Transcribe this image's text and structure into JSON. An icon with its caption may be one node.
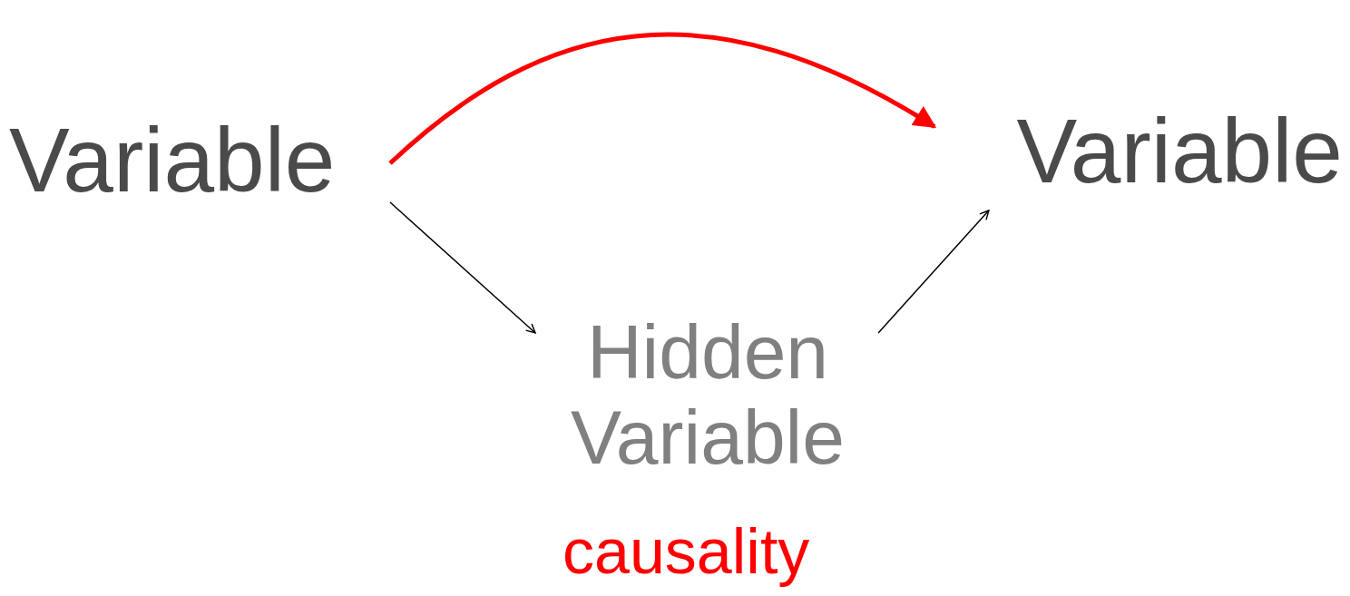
{
  "diagram": {
    "nodes": [
      {
        "text": [
          "Variable"
        ]
      },
      {
        "text": [
          "Variable"
        ]
      },
      {
        "text": [
          "Hidden Variable"
        ]
      }
    ],
    "edges": [
      {
        "from": 0,
        "to": 1,
        "arrow": "to",
        "style": "thick",
        "color": "#ff0000"
      },
      {
        "from": 0,
        "to": 2,
        "arrow": "to"
      },
      {
        "from": 2,
        "to": 1,
        "arrow": "to"
      }
    ],
    "labels": [
      "causality"
    ]
  }
}
